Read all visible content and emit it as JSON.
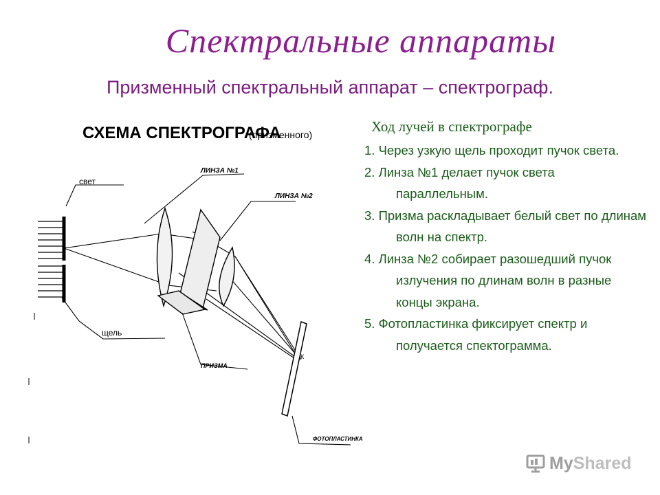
{
  "title": "Спектральные аппараты",
  "subtitle": "Призменный спектральный аппарат – спектрограф.",
  "diagram": {
    "heading": "СХЕМА  СПЕКТРОГРАФА",
    "heading_note": "(призменного)",
    "labels": {
      "light": "свет",
      "slit": "щель",
      "lens1": "ЛИНЗА №1",
      "lens2": "ЛИНЗА №2",
      "prism": "ПРИЗМА",
      "plate": "ФОТОПЛАСТИНКА",
      "point_k": "К"
    }
  },
  "steps_heading": "Ход лучей в спектрографе",
  "steps": [
    "1. Через узкую щель проходит пучок света.",
    "2. Линза №1 делает пучок света параллельным.",
    "3. Призма раскладывает белый свет по длинам волн на спектр.",
    "4. Линза №2 собирает разошедший пучок излучения по длинам волн в разные концы экрана.",
    "5. Фотопластинка фиксирует спектр и получается спектограмма."
  ],
  "watermark": {
    "main": "MyShared",
    "part1": "My",
    "part2": "Shared"
  },
  "colors": {
    "title": "#8b1f8f",
    "subtitle": "#7a1b7f",
    "steps": "#1a5c1a"
  }
}
